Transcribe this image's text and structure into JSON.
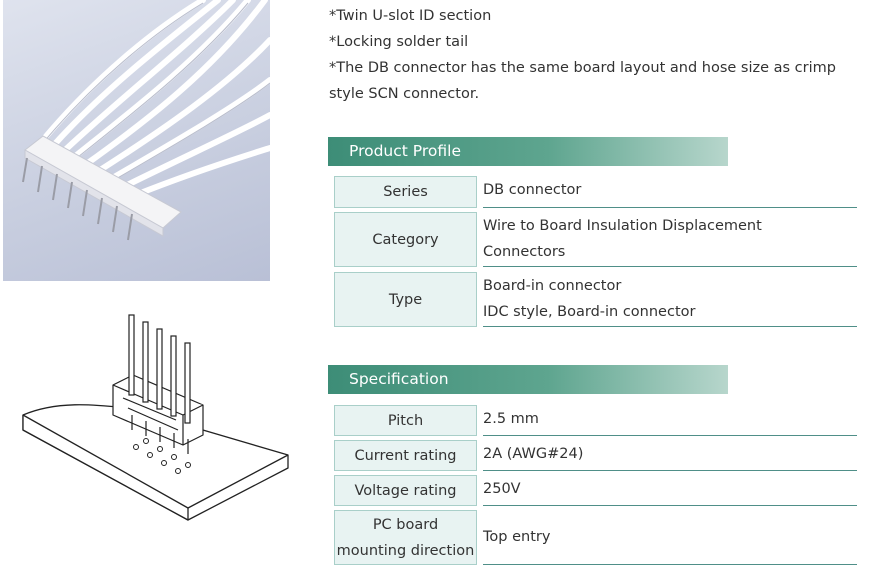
{
  "intro": {
    "bullets": [
      "*Twin U-slot ID section",
      "*Locking solder tail",
      "*The DB connector has the same board layout and hose size as crimp style SCN connector."
    ]
  },
  "product_profile": {
    "title": "Product Profile",
    "rows": [
      {
        "label": "Series",
        "value": [
          "DB connector"
        ]
      },
      {
        "label": "Category",
        "value": [
          "Wire to Board Insulation Displacement",
          "Connectors"
        ]
      },
      {
        "label": "Type",
        "value": [
          "Board-in connector",
          "IDC style, Board-in connector"
        ]
      }
    ]
  },
  "specification": {
    "title": "Specification",
    "rows": [
      {
        "label": "Pitch",
        "value": "2.5 mm"
      },
      {
        "label": "Current rating",
        "value": "2A (AWG#24)"
      },
      {
        "label": "Voltage rating",
        "value": "250V"
      },
      {
        "label": [
          "PC board",
          "mounting direction"
        ],
        "value": "Top entry"
      }
    ]
  },
  "colors": {
    "header_bar": "#3d8d77",
    "label_bg": "#e8f3f2",
    "label_border": "#a9cfc9",
    "rule": "#4f8f88"
  }
}
